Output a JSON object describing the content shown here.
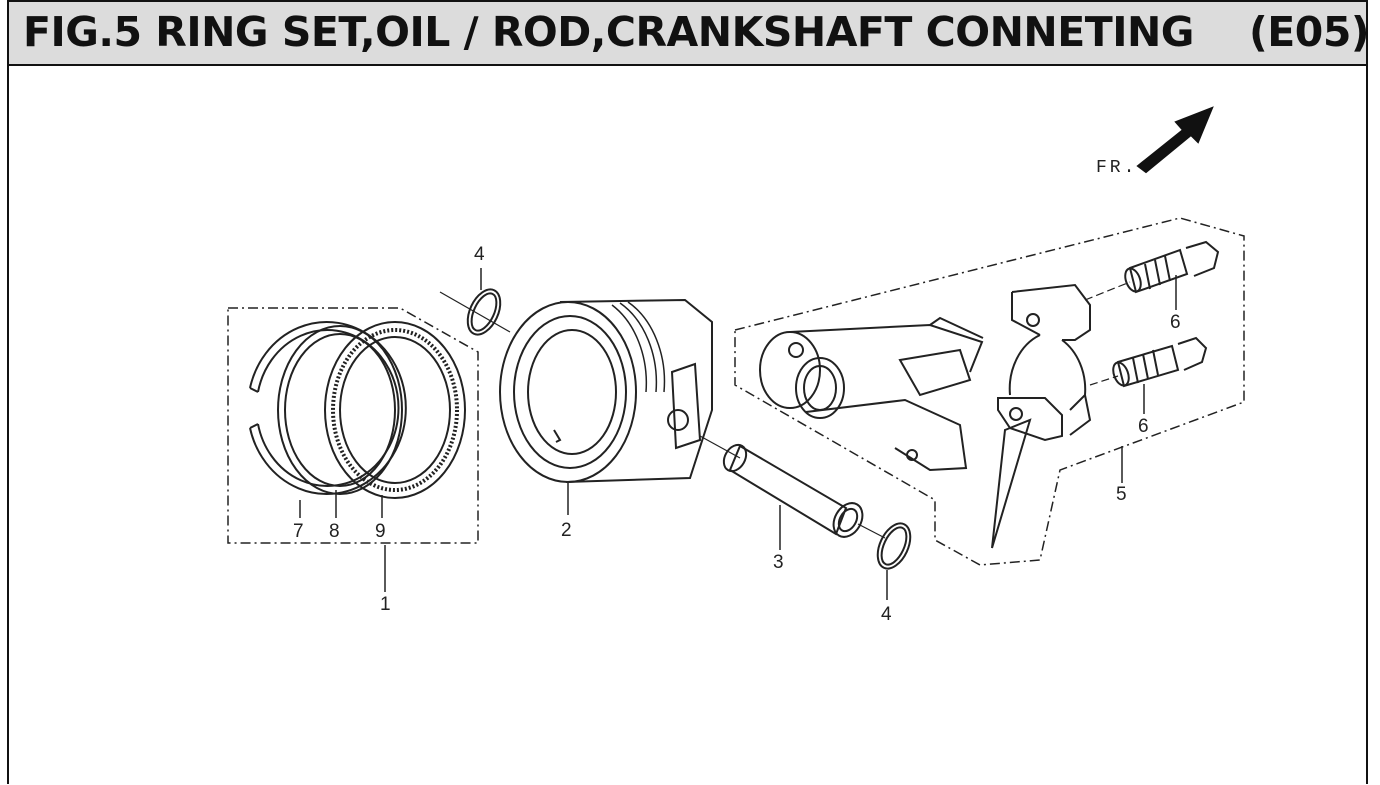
{
  "header": {
    "title": "FIG.5 RING SET,OIL / ROD,CRANKSHAFT CONNETING    (E05)"
  },
  "diagram": {
    "direction_label": "FR.",
    "callouts": [
      {
        "id": "c1",
        "text": "1"
      },
      {
        "id": "c2",
        "text": "2"
      },
      {
        "id": "c3",
        "text": "3"
      },
      {
        "id": "c4a",
        "text": "4"
      },
      {
        "id": "c4b",
        "text": "4"
      },
      {
        "id": "c5",
        "text": "5"
      },
      {
        "id": "c6a",
        "text": "6"
      },
      {
        "id": "c6b",
        "text": "6"
      },
      {
        "id": "c7",
        "text": "7"
      },
      {
        "id": "c8",
        "text": "8"
      },
      {
        "id": "c9",
        "text": "9"
      }
    ]
  }
}
